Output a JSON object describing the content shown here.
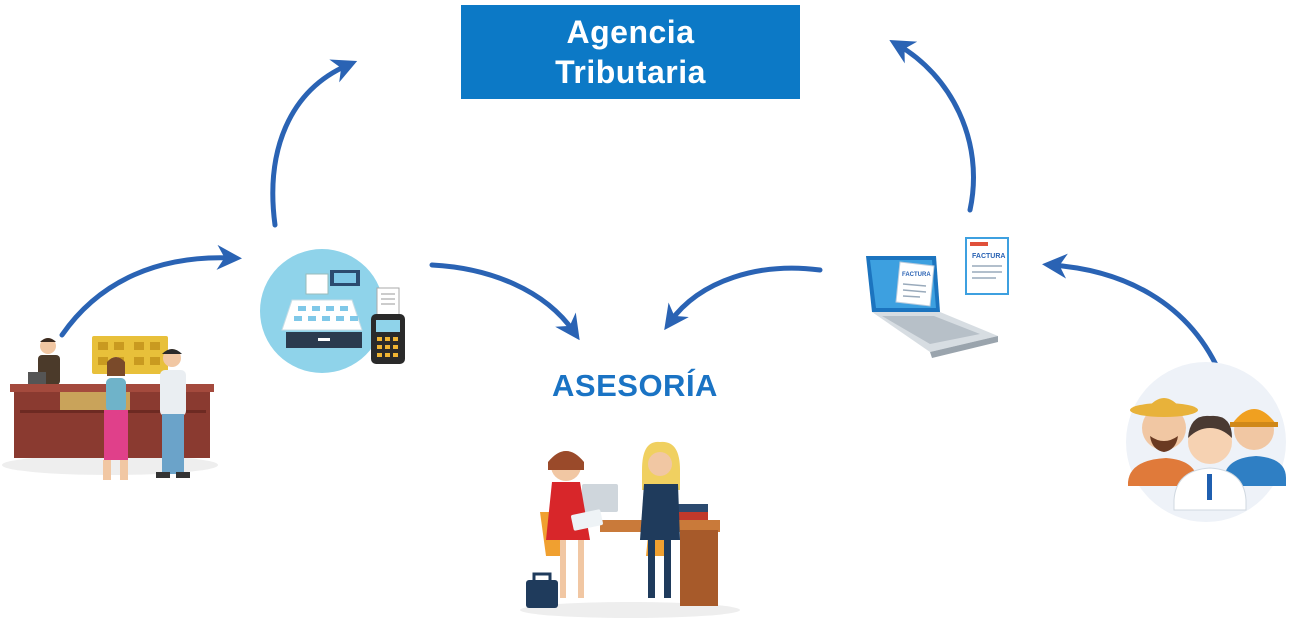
{
  "agency": {
    "line1": "Agencia",
    "line2": "Tributaria"
  },
  "advisory": {
    "title": "ASESORÍA"
  },
  "invoice": {
    "label": "FACTURA"
  },
  "colors": {
    "box_blue": "#0c79c6",
    "arrow_blue": "#2a63b4",
    "title_blue": "#1a73c4"
  }
}
